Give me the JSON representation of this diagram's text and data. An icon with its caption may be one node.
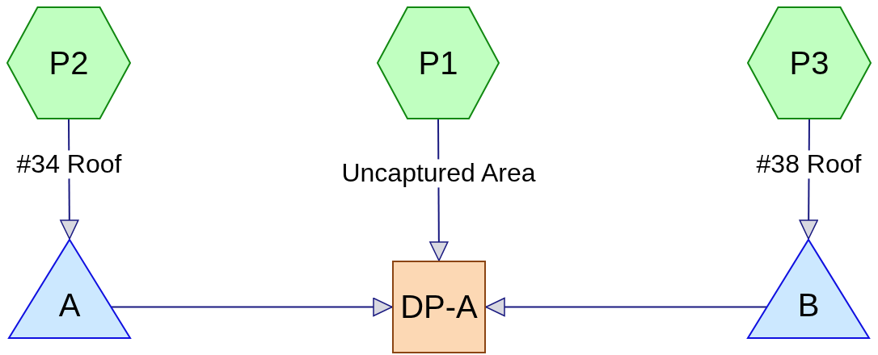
{
  "diagram": {
    "nodes": [
      {
        "text": [
          "P2"
        ]
      },
      {
        "text": [
          "P1"
        ]
      },
      {
        "text": [
          "P3"
        ]
      },
      {
        "text": [
          "A"
        ]
      },
      {
        "text": [
          "DP-A"
        ]
      },
      {
        "text": [
          "B"
        ]
      }
    ],
    "edges": [
      {
        "from": 0,
        "to": 3,
        "arrow": "to",
        "label": "#34 Roof"
      },
      {
        "from": 1,
        "to": 4,
        "arrow": "to",
        "label": "Uncaptured Area"
      },
      {
        "from": 2,
        "to": 5,
        "arrow": "to",
        "label": "#38 Roof"
      },
      {
        "from": 3,
        "to": 4,
        "arrow": "to"
      },
      {
        "from": 5,
        "to": 4,
        "arrow": "to"
      }
    ]
  }
}
